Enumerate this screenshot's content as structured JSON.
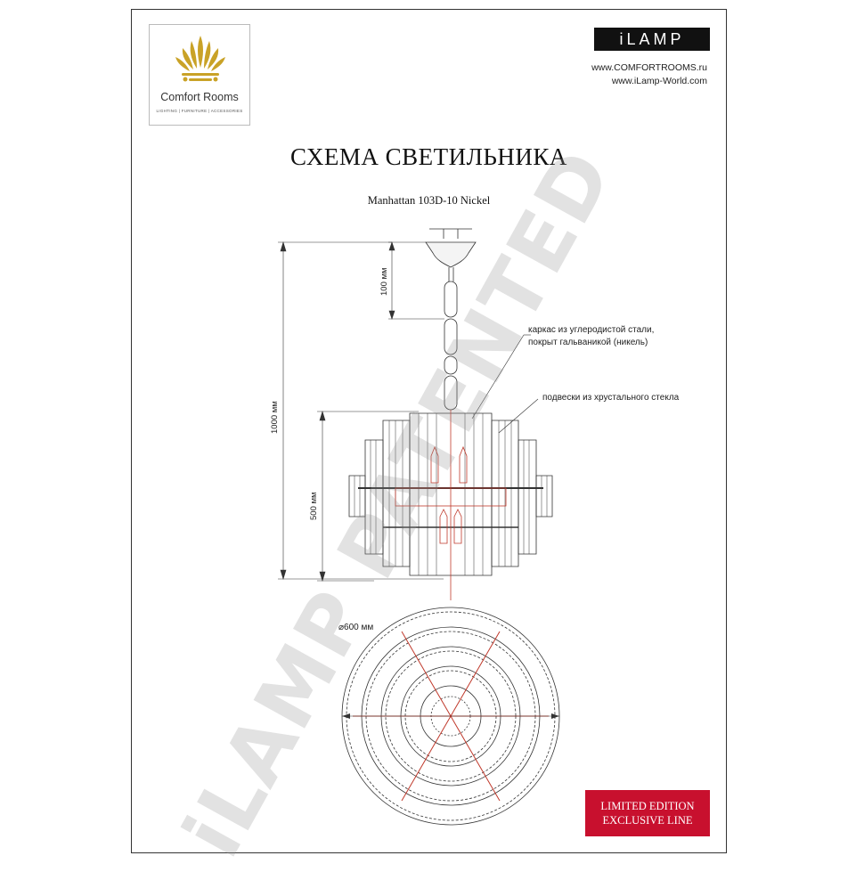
{
  "logo": {
    "name": "Comfort Rooms",
    "tagline": "LIGHTING | FURNITURE | ACCESSORIES",
    "color": "#c9a227"
  },
  "brand": {
    "name": "iLAMP"
  },
  "sites": [
    "www.COMFORTROOMS.ru",
    "www.iLamp-World.com"
  ],
  "title": "СХЕМА СВЕТИЛЬНИКА",
  "subtitle": "Manhattan 103D-10 Nickel",
  "notes": {
    "frame_line1": "каркас из углеродистой стали,",
    "frame_line2": "покрыт гальваникой (никель)",
    "crystal": "подвески из хрустального стекла"
  },
  "dimensions": {
    "ceiling_gap": "100 мм",
    "total_height": "1000 мм",
    "body_height": "500 мм",
    "diameter": "⌀600 мм"
  },
  "watermark": "iLAMP PATENTED",
  "badge": {
    "line1": "LIMITED EDITION",
    "line2": "EXCLUSIVE LINE",
    "color": "#c8102e"
  }
}
